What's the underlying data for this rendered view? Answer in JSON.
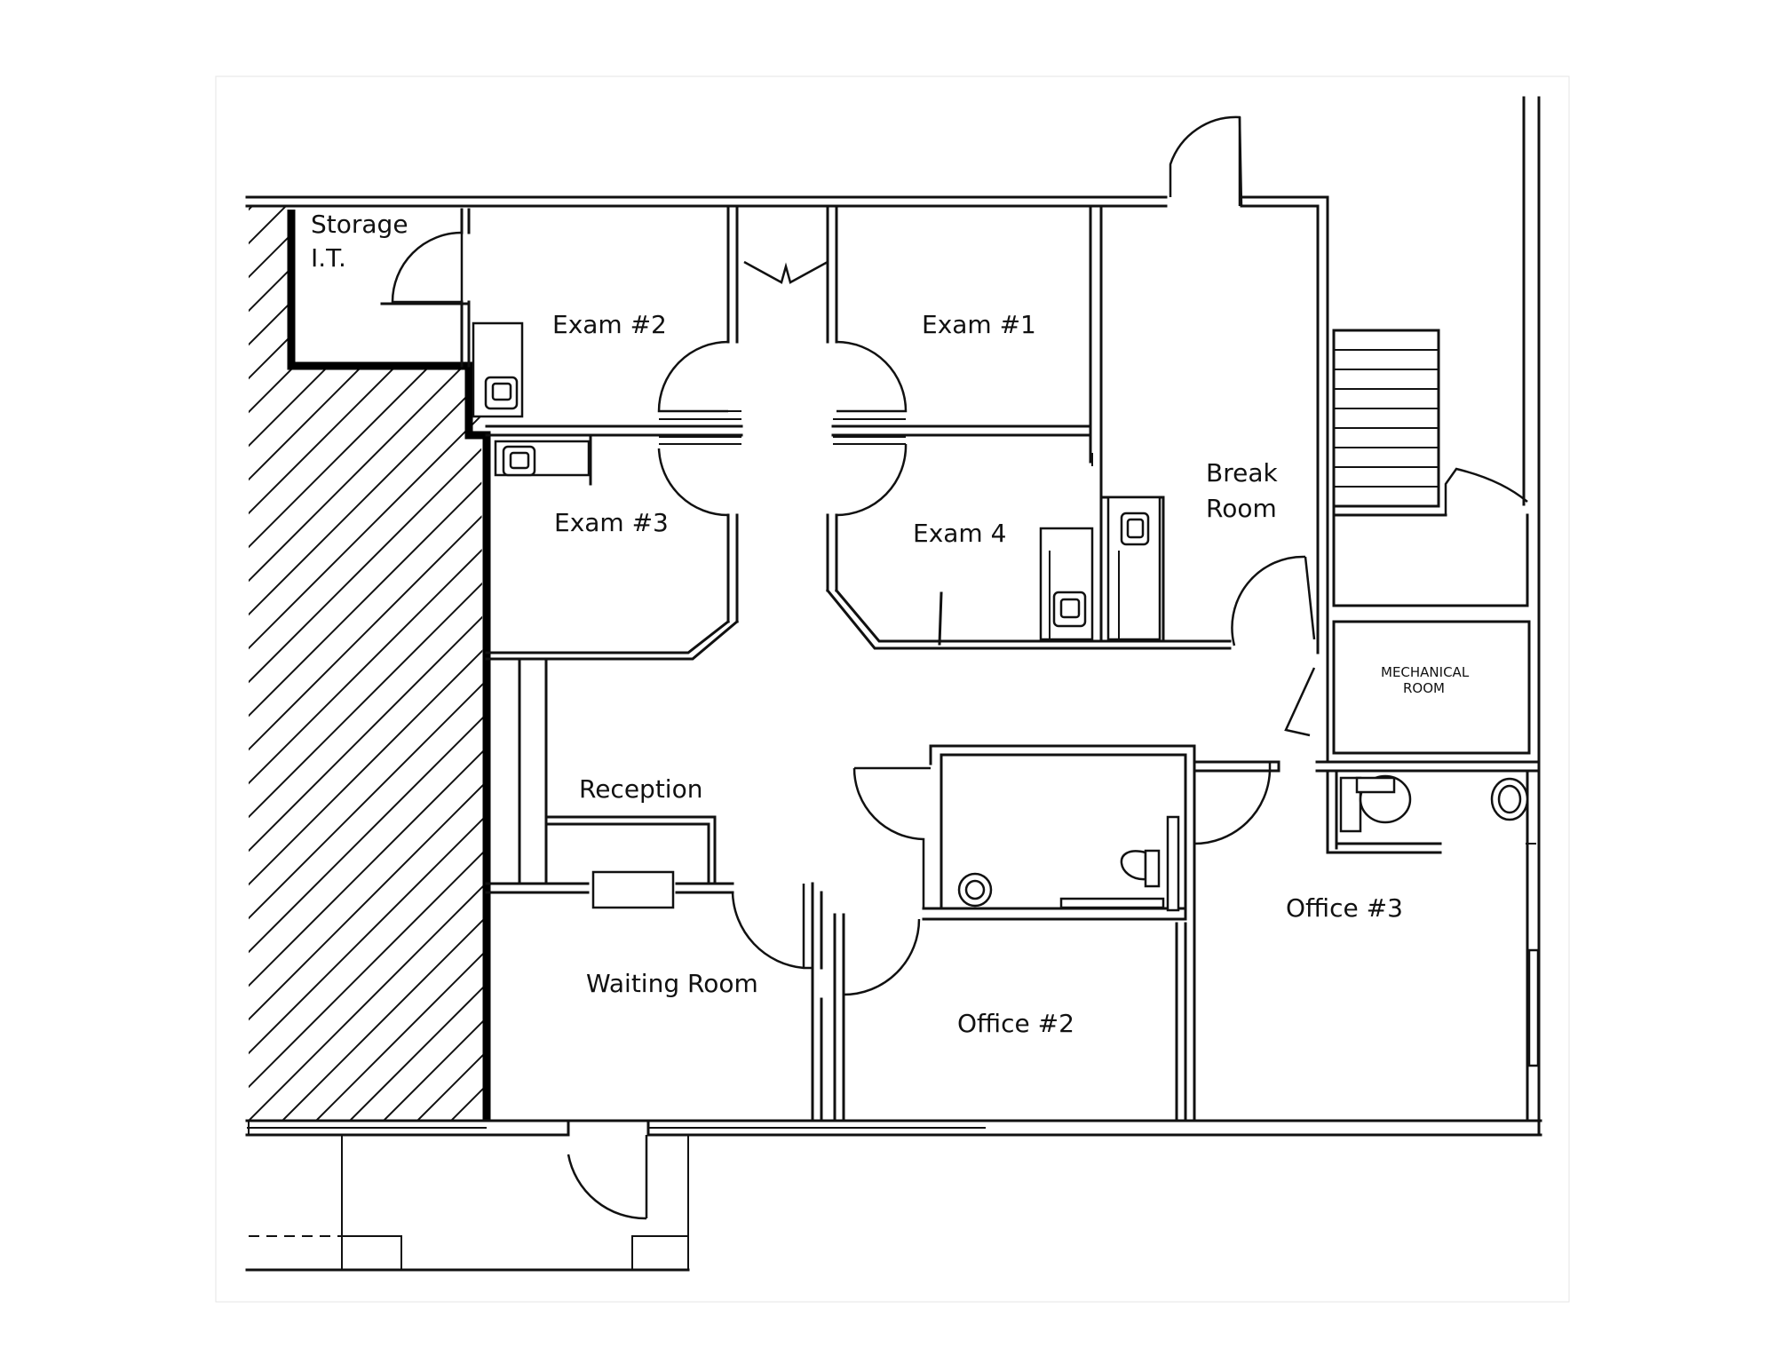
{
  "rooms": {
    "storage_it_line1": "Storage",
    "storage_it_line2": "I.T.",
    "exam2": "Exam #2",
    "exam1": "Exam #1",
    "exam3": "Exam #3",
    "exam4": "Exam 4",
    "break_line1": "Break",
    "break_line2": "Room",
    "mech_line1": "MECHANICAL",
    "mech_line2": "ROOM",
    "reception": "Reception",
    "waiting": "Waiting Room",
    "office2": "Office #2",
    "office3": "Office #3"
  }
}
